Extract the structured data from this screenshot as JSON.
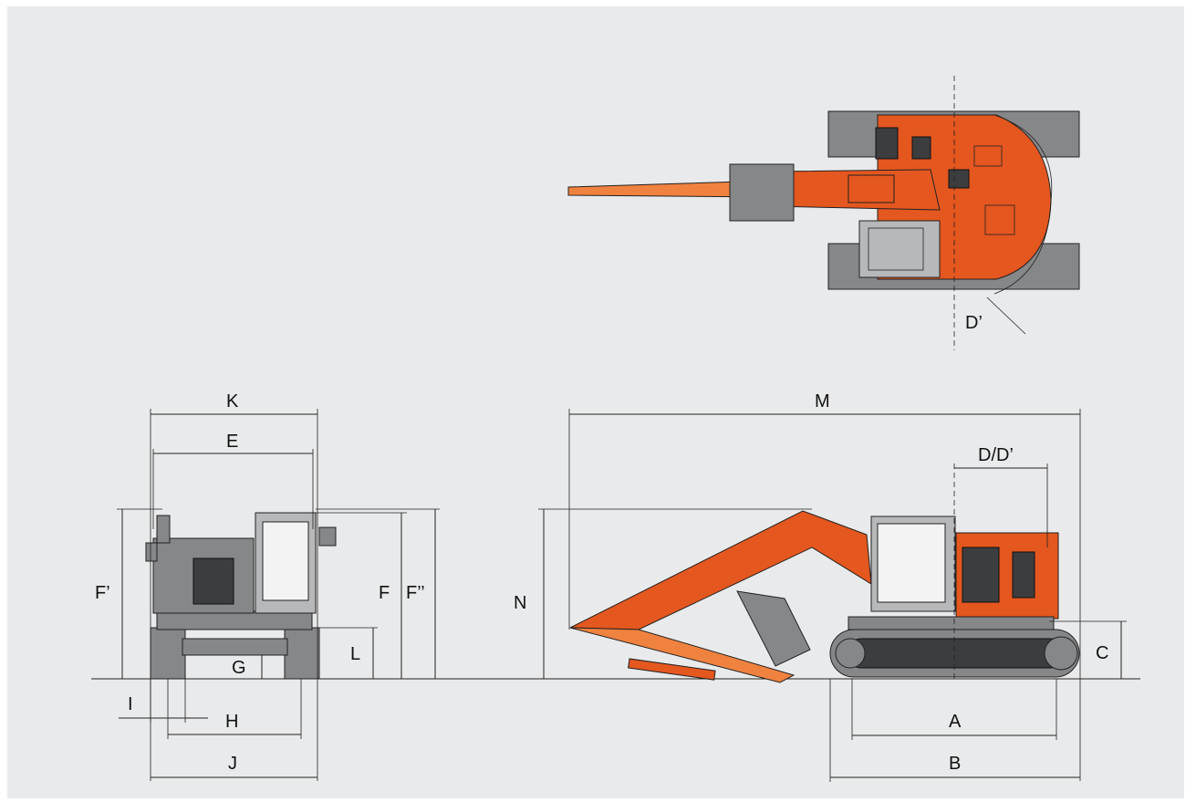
{
  "diagram": {
    "labels": {
      "K": "K",
      "E": "E",
      "F_prime": "F’",
      "F": "F",
      "F_dprime": "F’’",
      "G": "G",
      "L": "L",
      "I": "I",
      "H": "H",
      "J": "J",
      "M": "M",
      "D_Dprime": "D/D’",
      "N": "N",
      "C": "C",
      "A": "A",
      "B": "B",
      "D_prime": "D’"
    },
    "colors": {
      "background": "#e9eaeb",
      "machine_orange": "#e4571f",
      "track_grey": "#858789",
      "cab_grey": "#b6b8ba",
      "dark": "#3c3d3f"
    }
  }
}
